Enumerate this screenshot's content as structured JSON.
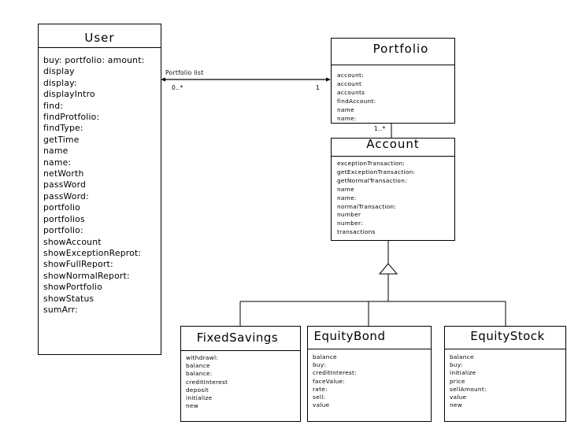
{
  "user": {
    "name": "User",
    "operations": [
      "buy: portfolio: amount:",
      "display",
      "display:",
      "displayIntro",
      "find:",
      "findProtfolio:",
      "findType:",
      "getTime",
      "name",
      "name:",
      "netWorth",
      "passWord",
      "passWord:",
      "portfolio",
      "portfolios",
      "portfolio:",
      "showAccount",
      "showExceptionReprot:",
      "showFullReport:",
      "showNormalReport:",
      "showPortfolio",
      "showStatus",
      "sumArr:"
    ]
  },
  "portfolio": {
    "name": "Portfolio",
    "operations": [
      "account:",
      "account",
      "accounts",
      "findAccount:",
      "name",
      "name:"
    ]
  },
  "account": {
    "name": "Account",
    "operations": [
      "exceptionTransaction:",
      "getExceptionTransaction:",
      "getNormalTransaction:",
      "name",
      "name:",
      "normalTransaction:",
      "number",
      "number:",
      "transactions"
    ]
  },
  "fixed_savings": {
    "name": "FixedSavings",
    "operations": [
      "withdrawl:",
      "balance",
      "balance:",
      "creditInterest",
      "deposit",
      "initialize",
      "new"
    ]
  },
  "equity_bond": {
    "name": "EquityBond",
    "operations": [
      "balance",
      "buy:",
      "creditInterest:",
      "faceValue:",
      "rate:",
      "sell:",
      "value"
    ]
  },
  "equity_stock": {
    "name": "EquityStock",
    "operations": [
      "balance",
      "buy:",
      "initialize",
      "price",
      "sellAmount:",
      "value",
      "new"
    ]
  },
  "assoc_user_portfolio": {
    "label": "Portfolio list",
    "mult_user_end": "0..*",
    "mult_portfolio_end": "1"
  },
  "assoc_portfolio_account": {
    "mult": "1..*"
  }
}
